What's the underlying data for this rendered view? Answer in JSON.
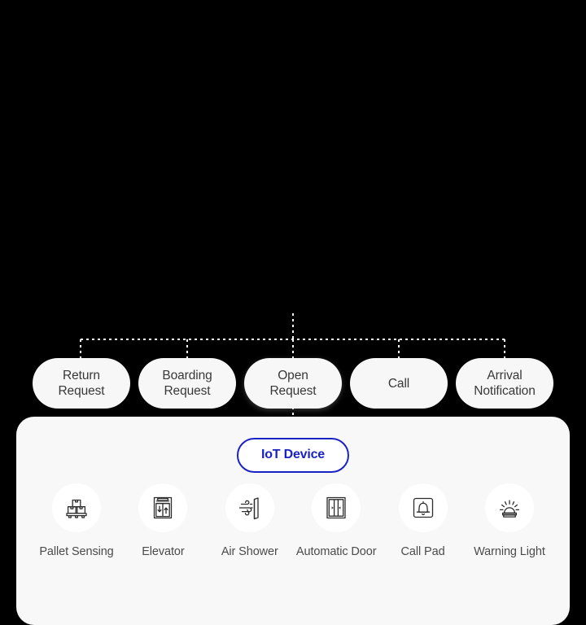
{
  "theme": {
    "background": "#000000",
    "panel_background": "#f8f8f8",
    "card_background": "#f7f7f7",
    "card_text": "#383838",
    "accent": "#1a22c4",
    "label_text": "#4b4b4b",
    "connector": "#ffffff"
  },
  "diagram": {
    "type": "hierarchy-tree",
    "orientation": "top-down",
    "connector_style": "dotted"
  },
  "requests": [
    {
      "id": "return-request",
      "label": "Return\nRequest",
      "line1": "Return",
      "line2": "Request",
      "highlighted": false
    },
    {
      "id": "boarding-request",
      "label": "Boarding\nRequest",
      "line1": "Boarding",
      "line2": "Request",
      "highlighted": false
    },
    {
      "id": "open-request",
      "label": "Open\nRequest",
      "line1": "Open",
      "line2": "Request",
      "highlighted": true
    },
    {
      "id": "call",
      "label": "Call",
      "line1": "Call",
      "line2": "",
      "highlighted": false
    },
    {
      "id": "arrival-notification",
      "label": "Arrival\nNotification",
      "line1": "Arrival",
      "line2": "Notification",
      "highlighted": false
    }
  ],
  "panel": {
    "badge_label": "IoT Device",
    "devices": [
      {
        "id": "pallet-sensing",
        "icon": "pallet-boxes-icon",
        "label": "Pallet Sensing"
      },
      {
        "id": "elevator",
        "icon": "elevator-icon",
        "label": "Elevator"
      },
      {
        "id": "air-shower",
        "icon": "air-shower-icon",
        "label": "Air Shower"
      },
      {
        "id": "automatic-door",
        "icon": "sliding-door-icon",
        "label": "Automatic Door"
      },
      {
        "id": "call-pad",
        "icon": "bell-pad-icon",
        "label": "Call Pad"
      },
      {
        "id": "warning-light",
        "icon": "siren-light-icon",
        "label": "Warning Light"
      }
    ]
  }
}
